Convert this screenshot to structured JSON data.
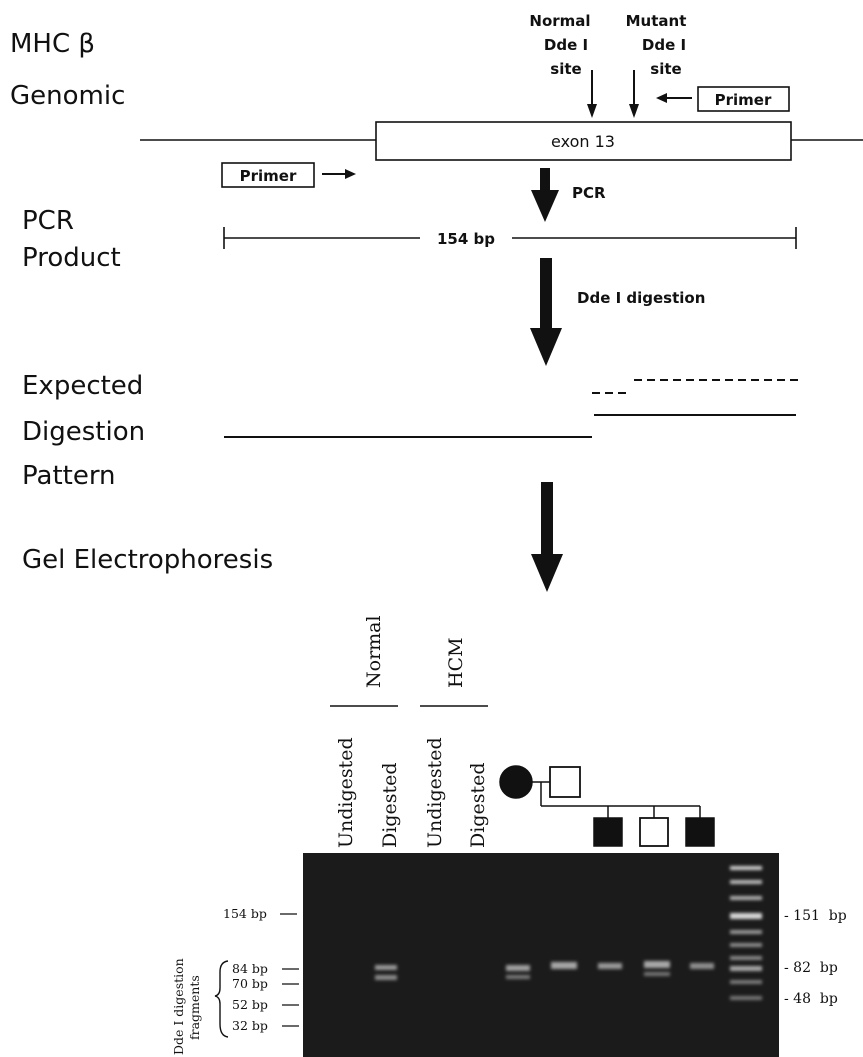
{
  "schematic": {
    "gene_label_1": "MHC β",
    "gene_label_2": "Genomic",
    "normal_site": [
      "Normal",
      "Dde I",
      "site"
    ],
    "mutant_site": [
      "Mutant",
      "Dde I",
      "site"
    ],
    "primer_right": "Primer",
    "primer_left": "Primer",
    "exon_label": "exon 13",
    "pcr_step": "PCR",
    "pcr_product_1": "PCR",
    "pcr_product_2": "Product",
    "product_size": "154 bp",
    "digestion_step": "Dde I digestion",
    "expected_1": "Expected",
    "expected_2": "Digestion",
    "expected_3": "Pattern",
    "gel_title": "Gel Electrophoresis"
  },
  "gel": {
    "group_normal": "Normal",
    "group_hcm": "HCM",
    "lane_labels": [
      "Undigested",
      "Digested",
      "Undigested",
      "Digested"
    ],
    "left_markers": [
      "154 bp",
      "84 bp",
      "70 bp",
      "52 bp",
      "32 bp"
    ],
    "left_axis_title_1": "Dde I digestion",
    "left_axis_title_2": "fragments",
    "right_markers": [
      "- 151  bp",
      "- 82  bp",
      "- 48  bp"
    ]
  },
  "pedigree": {
    "parents": [
      "affected-female",
      "unaffected-male"
    ],
    "children": [
      "affected-male",
      "unaffected-male",
      "affected-male"
    ]
  }
}
